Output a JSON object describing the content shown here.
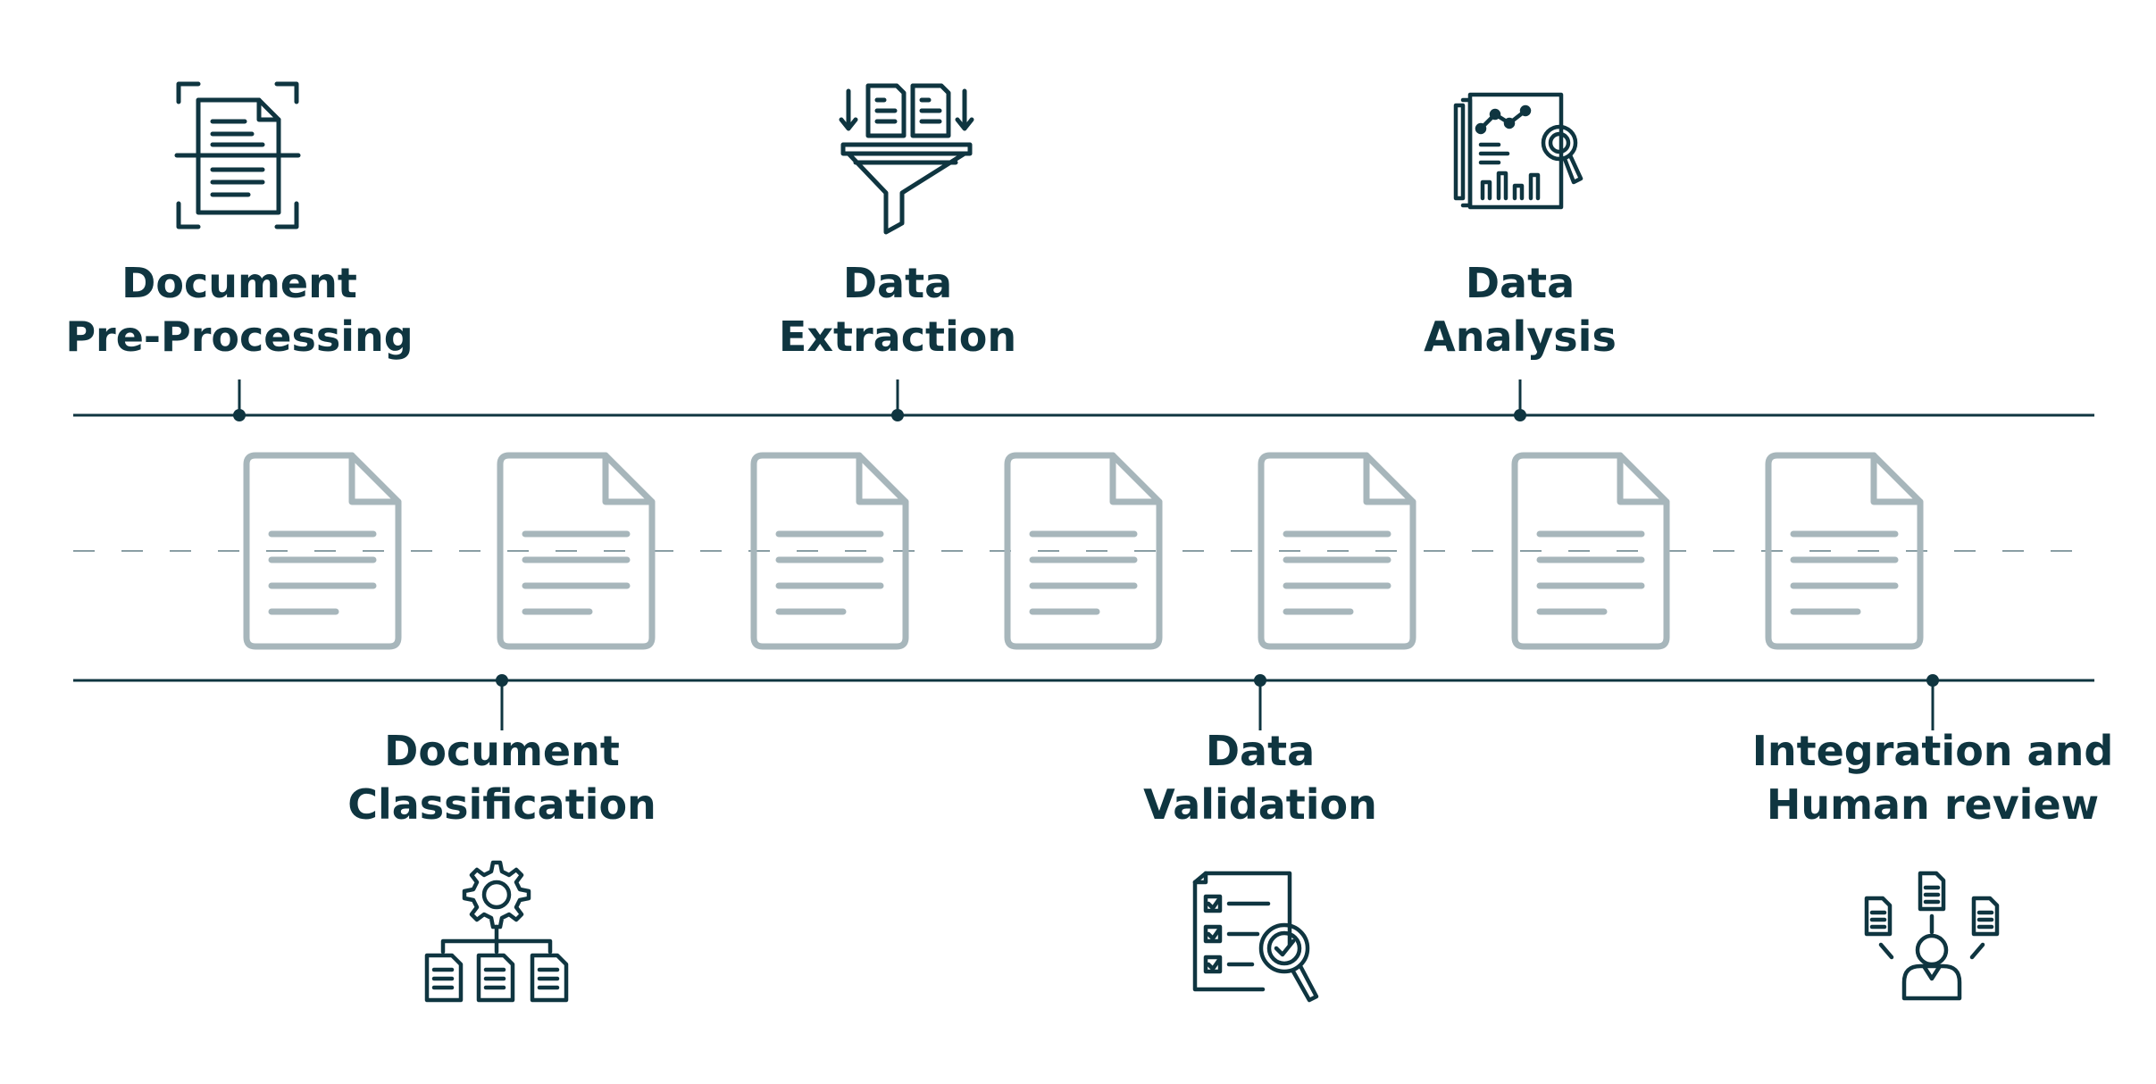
{
  "stages": [
    {
      "line1": "Document",
      "line2": "Pre-Processing",
      "icon": "document-scan-icon",
      "position": "top"
    },
    {
      "line1": "Document",
      "line2": "Classification",
      "icon": "gear-hierarchy-documents-icon",
      "position": "bottom"
    },
    {
      "line1": "Data",
      "line2": "Extraction",
      "icon": "documents-funnel-icon",
      "position": "top"
    },
    {
      "line1": "Data",
      "line2": "Validation",
      "icon": "checklist-magnifier-icon",
      "position": "bottom"
    },
    {
      "line1": "Data",
      "line2": "Analysis",
      "icon": "report-magnifier-icon",
      "position": "top"
    },
    {
      "line1": "Integration and",
      "line2": "Human review",
      "icon": "person-documents-icon",
      "position": "bottom"
    }
  ],
  "document_icon_count": 7,
  "colors": {
    "primary": "#0f3540",
    "document_gray": "#a7b6bb",
    "dashed_line": "#8a9ea4",
    "background": "#ffffff"
  }
}
